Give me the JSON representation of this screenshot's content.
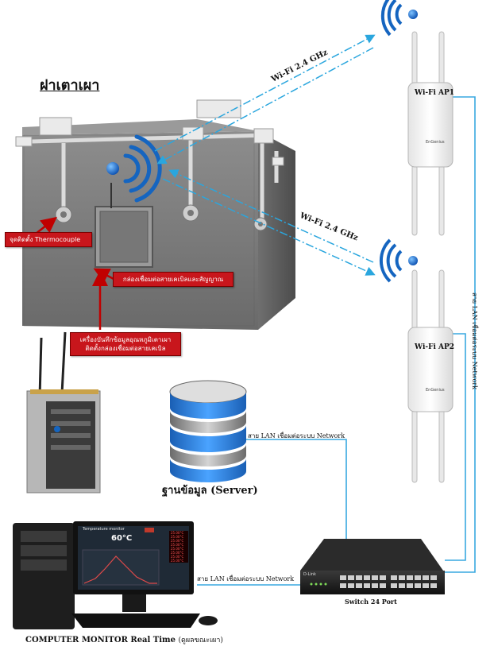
{
  "kiln": {
    "title": "ฝาเตาเผา",
    "thermocouple_label": "จุดติดตั้ง Thermocouple",
    "box_label": "กล่องเชื่อมต่อสายเคเบิลและสัญญาณ",
    "recorder_label_line1": "เครื่องบันทึกข้อมูลอุณหภูมิเตาเผา",
    "recorder_label_line2": "ติดตั้งกล่องเชื่อมต่อสายเคเบิล"
  },
  "wifi": {
    "label_top": "Wi-Fi 2.4 GHz",
    "label_bottom": "Wi-Fi 2.4 GHz",
    "ap1": "Wi-Fi AP1",
    "ap2": "Wi-Fi AP2",
    "ap_brand": "EnGenius"
  },
  "network": {
    "lan_vertical": "สาย LAN เชื่อมต่อระบบ Network",
    "lan_server": "สาย LAN เชื่อมต่อระบบ Network",
    "lan_computer": "สาย LAN เชื่อมต่อระบบ Network",
    "server_label": "ฐานข้อมูล (Server)",
    "switch_label": "Switch 24 Port",
    "switch_brand": "D-Link"
  },
  "computer": {
    "label_bold": "COMPUTER MONITOR Real Time",
    "label_normal": "(ดูผลขณะเผา)",
    "screen_title": "Temperature monitor",
    "screen_temp": "60°C",
    "screen_values": [
      "25.00°C",
      "25.00°C",
      "25.00°C",
      "25.00°C",
      "25.00°C",
      "25.00°C",
      "25.00°C",
      "25.00°C"
    ]
  },
  "colors": {
    "lan_cable": "#39a8e0",
    "wifi_dash": "#2aa6de",
    "wifi_blue": "#1565c0",
    "red_box": "#c8161c",
    "red_arrow": "#c00000"
  }
}
